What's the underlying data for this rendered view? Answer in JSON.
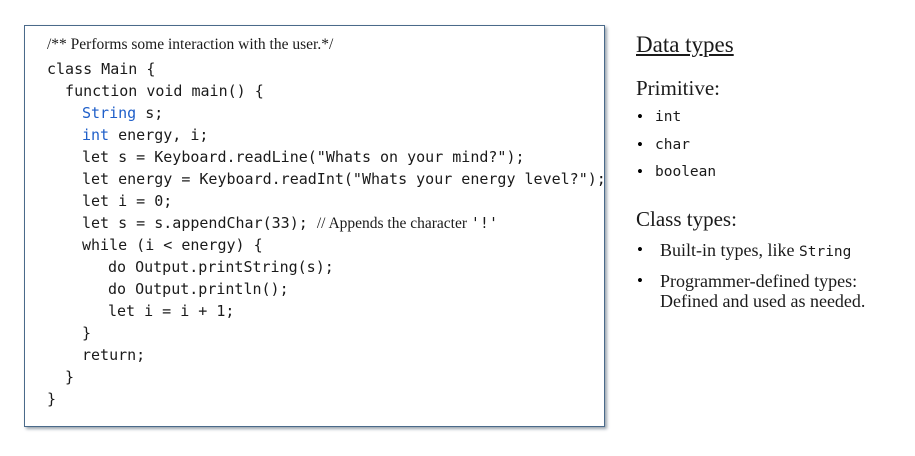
{
  "code": {
    "comment_line": "/** Performs some interaction with the user.*/",
    "l_class": "class Main {",
    "l_function": "  function void main() {",
    "l_string_kw": "String",
    "l_string_rest": " s;",
    "l_int_kw": "int",
    "l_int_rest": " energy, i;",
    "l_let_s": "let s = Keyboard.readLine(\"Whats on your mind?\");",
    "l_let_energy": "let energy = Keyboard.readInt(\"Whats your energy level?\");",
    "l_let_i0": "let i = 0;",
    "l_let_append": "let s = s.appendChar(33);",
    "l_append_comment": "// Appends the character ",
    "l_append_char": "'!'",
    "l_while": "while (i < energy) {",
    "l_do_print": "do Output.printString(s);",
    "l_do_println": "do Output.println();",
    "l_let_inc": "let i = i + 1;",
    "l_close_while": "}",
    "l_return": "return;",
    "l_close_func": "}",
    "l_close_class": "}"
  },
  "side": {
    "title": "Data types",
    "primitive_heading": "Primitive:",
    "primitives": [
      "int",
      "char",
      "boolean"
    ],
    "class_heading": "Class types:",
    "builtin_text": "Built-in types, like ",
    "builtin_code": "String",
    "programmer_line1": "Programmer-defined types:",
    "programmer_line2": "Defined and used as needed."
  },
  "bullet_char": "•"
}
